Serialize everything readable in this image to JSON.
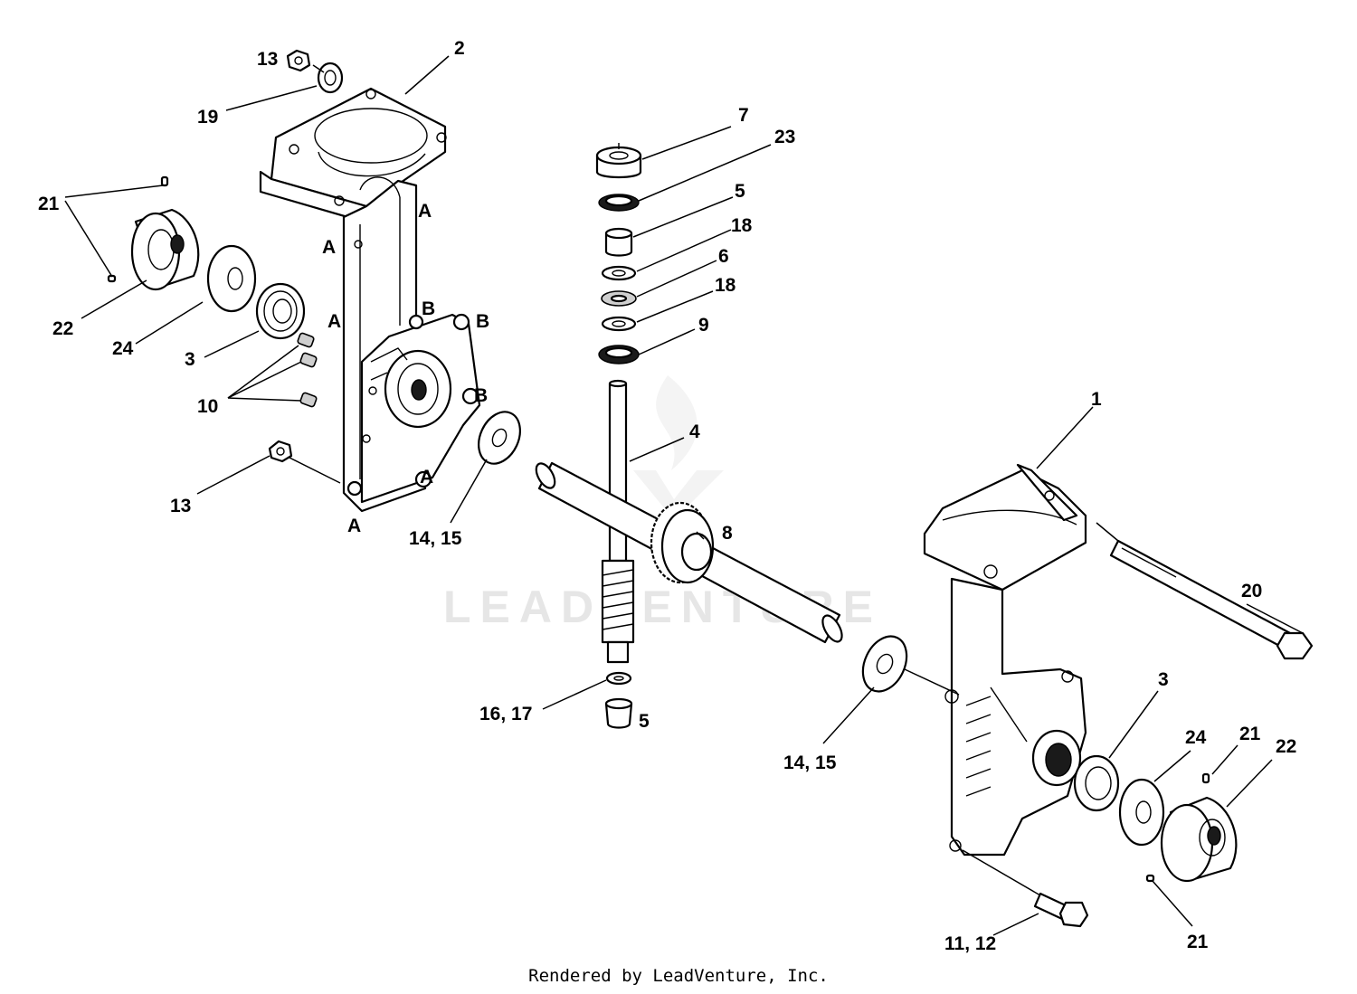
{
  "watermark": "LEADVENTURE",
  "footer": "Rendered by LeadVenture, Inc.",
  "callouts": {
    "c1": "1",
    "c2": "2",
    "c3a": "3",
    "c3b": "3",
    "c4": "4",
    "c5a": "5",
    "c5b": "5",
    "c6": "6",
    "c7": "7",
    "c8": "8",
    "c9": "9",
    "c10": "10",
    "c1112": "11, 12",
    "c13a": "13",
    "c13b": "13",
    "c1415a": "14, 15",
    "c1415b": "14, 15",
    "c1617": "16, 17",
    "c18a": "18",
    "c18b": "18",
    "c19": "19",
    "c20": "20",
    "c21a": "21",
    "c21b": "21",
    "c21c": "21",
    "c22a": "22",
    "c22b": "22",
    "c23": "23",
    "c24a": "24",
    "c24b": "24"
  },
  "mating_marks": {
    "a1": "A",
    "a2": "A",
    "a3": "A",
    "a4": "A",
    "a5": "A",
    "b1": "B",
    "b2": "B",
    "b3": "B"
  }
}
